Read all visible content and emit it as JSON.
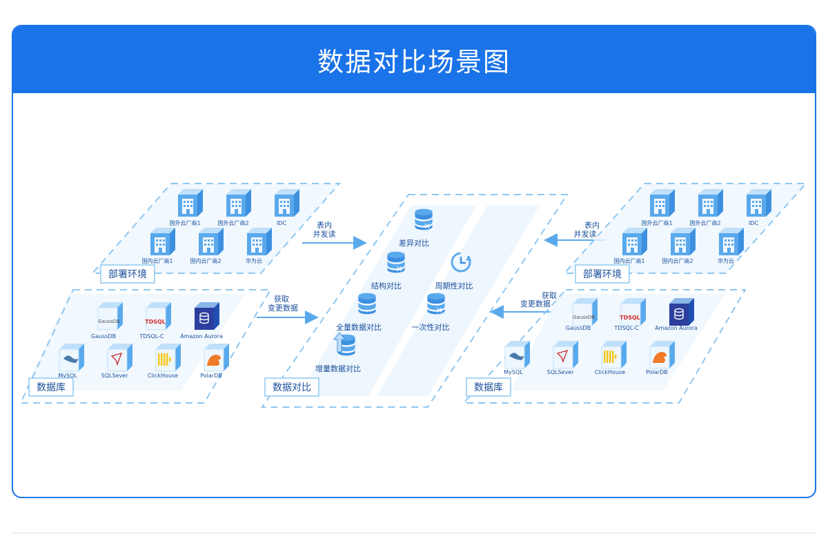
{
  "title": "数据对比场景图",
  "left": {
    "deploy_tag": "部署环境",
    "db_tag": "数据库",
    "cloud_row1": [
      "国外云厂商1",
      "国外云厂商2",
      "IDC"
    ],
    "cloud_row2": [
      "国内云厂商1",
      "国内云厂商2",
      "华为云"
    ],
    "db_row1": [
      "GaussDB",
      "TDSQL-C",
      "Amazon Aurora"
    ],
    "db_row2": [
      "MySQL",
      "SQLSever",
      "ClickHouse",
      "PolarDB"
    ]
  },
  "right": {
    "deploy_tag": "部署环境",
    "db_tag": "数据库",
    "cloud_row1": [
      "国外云厂商1",
      "国外云厂商2",
      "IDC"
    ],
    "cloud_row2": [
      "国内云厂商1",
      "国内云厂商2",
      "华为云"
    ],
    "db_row1": [
      "GaussDB",
      "TDSQL-C",
      "Amazon Aurora"
    ],
    "db_row2": [
      "MySQL",
      "SQLSever",
      "ClickHouse",
      "PolarDB"
    ]
  },
  "center": {
    "tag": "数据对比",
    "items": [
      "差异对比",
      "结构对比",
      "周期性对比",
      "全量数据对比",
      "一次性对比",
      "增量数据对比"
    ]
  },
  "arrows": {
    "top_left": [
      "表内",
      "并发读"
    ],
    "mid_left": [
      "获取",
      "变更数据"
    ],
    "top_right": [
      "表内",
      "并发读"
    ],
    "mid_right": [
      "获取",
      "变更数据"
    ]
  },
  "icon_logos": {
    "gauss": "GaussDB",
    "tdsql": "TDSQL"
  },
  "colors": {
    "primary": "#1a73e8",
    "cube_top": "#bfe0fb",
    "cube_side": "#5aa9ec",
    "panel": "#eef6fe",
    "dash": "#8ec7f1"
  }
}
